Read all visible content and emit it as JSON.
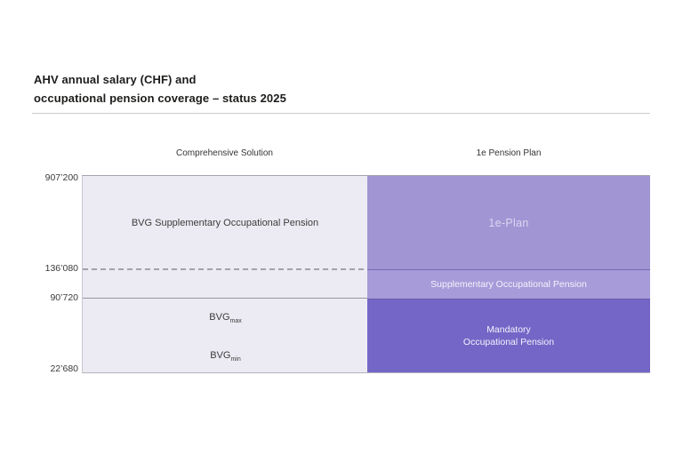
{
  "title": {
    "line1": "AHV annual salary (CHF) and",
    "line2": "occupational pension coverage – status 2025"
  },
  "columns": [
    {
      "header": "Comprehensive Solution"
    },
    {
      "header": "1e Pension Plan"
    }
  ],
  "axis": {
    "labels": [
      "907’200",
      "136’080",
      "90’720",
      "22’680"
    ]
  },
  "segments": {
    "left_top": "BVG Supplementary Occupational Pension",
    "bvg_base": "BVG",
    "bvg_max_sub": "max",
    "bvg_min_sub": "min",
    "right_top": "1e-Plan",
    "right_middle": "Supplementary Occupational Pension",
    "right_bottom_line1": "Mandatory",
    "right_bottom_line2": "Occupational Pension"
  },
  "colors": {
    "left_column_bg": "#ecebf3",
    "right_top_bg": "#a295d4",
    "right_middle_bg": "#a89bd9",
    "right_bottom_bg": "#7466c7",
    "line_gray": "#9896a3",
    "dashed_line": "#a3a2ad",
    "line_purple_dark": "#685ca2",
    "title_text": "#1d1d1b",
    "dark_text": "#3c3c3c",
    "light_text": "#f4f2fb"
  },
  "chart_data": {
    "type": "bar",
    "title": "AHV annual salary (CHF) and occupational pension coverage – status 2025",
    "ylabel": "AHV annual salary (CHF)",
    "ylim": [
      22680,
      907200
    ],
    "axis_ticks": [
      907200,
      136080,
      90720,
      22680
    ],
    "tick_labels": [
      "907’200",
      "136’080",
      "90’720",
      "22’680"
    ],
    "categories": [
      "Comprehensive Solution",
      "1e Pension Plan"
    ],
    "series": [
      {
        "category": "Comprehensive Solution",
        "segments": [
          {
            "label": "BVG min – BVG max",
            "from": 22680,
            "to": 90720,
            "annotations": [
              "BVG max",
              "BVG min"
            ]
          },
          {
            "label": "BVG Supplementary Occupational Pension",
            "from": 90720,
            "to": 907200,
            "boundary_at_136080": "dashed"
          }
        ]
      },
      {
        "category": "1e Pension Plan",
        "segments": [
          {
            "label": "Mandatory Occupational Pension",
            "from": 22680,
            "to": 90720
          },
          {
            "label": "Supplementary Occupational Pension",
            "from": 90720,
            "to": 136080
          },
          {
            "label": "1e-Plan",
            "from": 136080,
            "to": 907200
          }
        ]
      }
    ],
    "legend_position": "none",
    "grid": false
  }
}
